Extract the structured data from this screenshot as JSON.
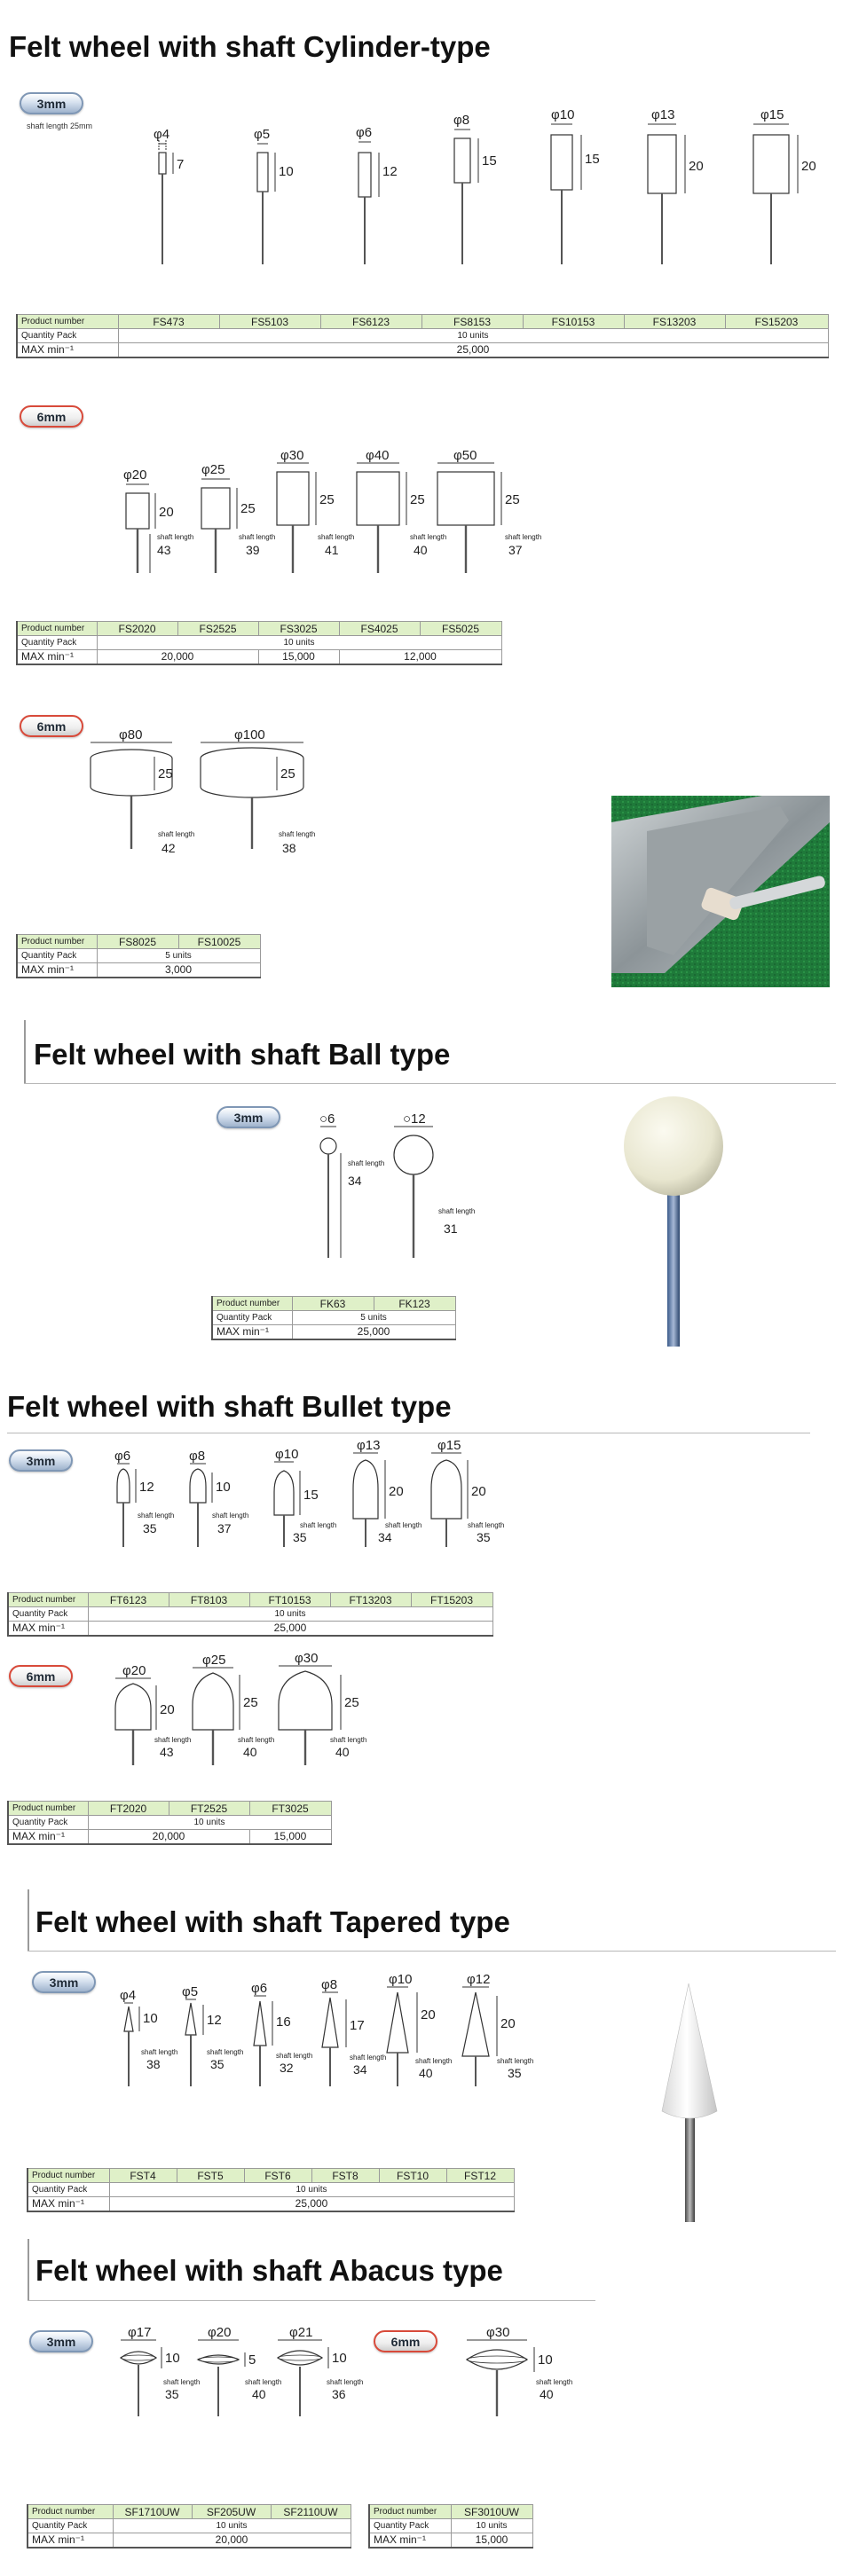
{
  "colors": {
    "header_row": "#dff0c8",
    "badge_blue": "#7f97b5",
    "badge_red": "#d84a3a"
  },
  "sections": {
    "cylinder": {
      "title": "Felt wheel with shaft    Cylinder-type"
    },
    "ball": {
      "title": "Felt wheel with shaft    Ball type"
    },
    "bullet": {
      "title": "Felt wheel with shaft    Bullet type"
    },
    "tapered": {
      "title": "Felt wheel with shaft    Tapered type"
    },
    "abacus": {
      "title": "Felt wheel with shaft    Abacus type"
    }
  },
  "badges": {
    "b3": "3mm",
    "b6": "6mm",
    "shaft_note": "shaft length 25mm"
  },
  "shaft_length_label": "shaft length",
  "table_labels": {
    "product": "Product number",
    "pack": "Quantity Pack",
    "max": "MAX min⁻¹"
  },
  "cyl3": {
    "products": [
      {
        "dia": "φ4",
        "h": "7",
        "code": "FS473"
      },
      {
        "dia": "φ5",
        "h": "10",
        "code": "FS5103"
      },
      {
        "dia": "φ6",
        "h": "12",
        "code": "FS6123"
      },
      {
        "dia": "φ8",
        "h": "15",
        "code": "FS8153"
      },
      {
        "dia": "φ10",
        "h": "15",
        "code": "FS10153"
      },
      {
        "dia": "φ13",
        "h": "20",
        "code": "FS13203"
      },
      {
        "dia": "φ15",
        "h": "20",
        "code": "FS15203"
      }
    ],
    "pack": "10 units",
    "max": "25,000"
  },
  "cyl6a": {
    "products": [
      {
        "dia": "φ20",
        "h": "20",
        "shaft": "43",
        "code": "FS2020"
      },
      {
        "dia": "φ25",
        "h": "25",
        "shaft": "39",
        "code": "FS2525"
      },
      {
        "dia": "φ30",
        "h": "25",
        "shaft": "41",
        "code": "FS3025"
      },
      {
        "dia": "φ40",
        "h": "25",
        "shaft": "40",
        "code": "FS4025"
      },
      {
        "dia": "φ50",
        "h": "25",
        "shaft": "37",
        "code": "FS5025"
      }
    ],
    "pack": "10 units",
    "max": [
      "20,000",
      "15,000",
      "12,000"
    ]
  },
  "cyl6b": {
    "products": [
      {
        "dia": "φ80",
        "h": "25",
        "shaft": "42",
        "code": "FS8025"
      },
      {
        "dia": "φ100",
        "h": "25",
        "shaft": "38",
        "code": "FS10025"
      }
    ],
    "pack": "5 units",
    "max": "3,000"
  },
  "ball": {
    "products": [
      {
        "dia": "○6",
        "shaft": "34",
        "code": "FK63"
      },
      {
        "dia": "○12",
        "shaft": "31",
        "code": "FK123"
      }
    ],
    "pack": "5 units",
    "max": "25,000"
  },
  "bullet3": {
    "products": [
      {
        "dia": "φ6",
        "h": "12",
        "shaft": "35",
        "code": "FT6123"
      },
      {
        "dia": "φ8",
        "h": "10",
        "shaft": "37",
        "code": "FT8103"
      },
      {
        "dia": "φ10",
        "h": "15",
        "shaft": "35",
        "code": "FT10153"
      },
      {
        "dia": "φ13",
        "h": "20",
        "shaft": "34",
        "code": "FT13203"
      },
      {
        "dia": "φ15",
        "h": "20",
        "shaft": "35",
        "code": "FT15203"
      }
    ],
    "pack": "10 units",
    "max": "25,000"
  },
  "bullet6": {
    "products": [
      {
        "dia": "φ20",
        "h": "20",
        "shaft": "43",
        "code": "FT2020"
      },
      {
        "dia": "φ25",
        "h": "25",
        "shaft": "40",
        "code": "FT2525"
      },
      {
        "dia": "φ30",
        "h": "25",
        "shaft": "40",
        "code": "FT3025"
      }
    ],
    "pack": "10 units",
    "max": [
      "20,000",
      "15,000"
    ]
  },
  "tapered": {
    "products": [
      {
        "dia": "φ4",
        "h": "10",
        "shaft": "38",
        "code": "FST4"
      },
      {
        "dia": "φ5",
        "h": "12",
        "shaft": "35",
        "code": "FST5"
      },
      {
        "dia": "φ6",
        "h": "16",
        "shaft": "32",
        "code": "FST6"
      },
      {
        "dia": "φ8",
        "h": "17",
        "shaft": "34",
        "code": "FST8"
      },
      {
        "dia": "φ10",
        "h": "20",
        "shaft": "40",
        "code": "FST10"
      },
      {
        "dia": "φ12",
        "h": "20",
        "shaft": "35",
        "code": "FST12"
      }
    ],
    "pack": "10 units",
    "max": "25,000"
  },
  "abacus3": {
    "products": [
      {
        "dia": "φ17",
        "h": "10",
        "shaft": "35",
        "code": "SF1710UW"
      },
      {
        "dia": "φ20",
        "h": "5",
        "shaft": "40",
        "code": "SF205UW"
      },
      {
        "dia": "φ21",
        "h": "10",
        "shaft": "36",
        "code": "SF2110UW"
      }
    ],
    "pack": "10 units",
    "max": "20,000"
  },
  "abacus6": {
    "products": [
      {
        "dia": "φ30",
        "h": "10",
        "shaft": "40",
        "code": "SF3010UW"
      }
    ],
    "pack": "10 units",
    "max": "15,000"
  }
}
